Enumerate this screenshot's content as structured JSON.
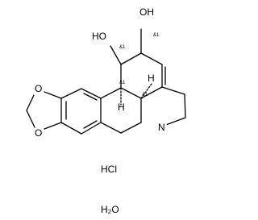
{
  "molecule": {
    "atom_labels": {
      "oh_upper": "OH",
      "ho_left": "HO",
      "o_upper": "O",
      "o_lower": "O",
      "n": "N",
      "h_left": "H",
      "h_right": "H"
    },
    "stereo_marks": [
      "&1",
      "&1",
      "&1",
      "&1"
    ],
    "salt": "HCl",
    "water": "H₂O"
  }
}
